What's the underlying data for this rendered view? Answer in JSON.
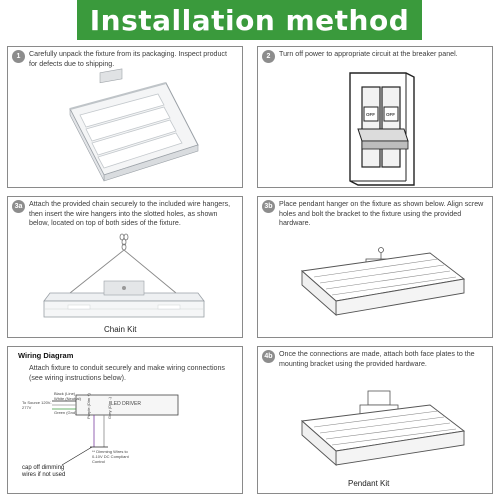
{
  "title": "Installation method",
  "steps": [
    {
      "badge": "1",
      "text": "Carefully unpack the fixture from its packaging. Inspect product for defects due to shipping."
    },
    {
      "badge": "2",
      "text": "Turn off power to appropriate circuit at the breaker panel."
    },
    {
      "badge": "3a",
      "text": "Attach the provided chain securely to the included wire hangers, then insert the wire hangers into the slotted holes, as shown below, located on top of both sides of the fixture.",
      "caption": "Chain Kit"
    },
    {
      "badge": "3b",
      "text": "Place pendant hanger on the fixture as shown below. Align screw holes and bolt the bracket to the fixture using the provided hardware."
    },
    {
      "badge": "4b",
      "text": "Once the connections are made, attach both face plates to the mounting bracket using the provided hardware.",
      "caption": "Pendant Kit"
    }
  ],
  "breaker": {
    "label_left": "OFF",
    "label_right": "OFF"
  },
  "wiring": {
    "title": "Wiring Diagram",
    "text": "Attach fixture to conduit securely and make wiring connections (see wiring instructions below).",
    "driver_label": "LED DRIVER",
    "wires": [
      "Black (Line)",
      "White (Neutral)",
      "Green (Gnd)"
    ],
    "source_label": "To Source 120V-277V",
    "dimming_label": "** Dimming Wires to 0-10V DC Compliant Control",
    "dim_wires": [
      "Purple (Dim +)",
      "Grey (Dim -)"
    ],
    "cap_note": "cap off dimming wires if not used"
  },
  "colors": {
    "banner": "#3a9a3c",
    "badge": "#8d8d8d",
    "border": "#8a8a8a"
  }
}
